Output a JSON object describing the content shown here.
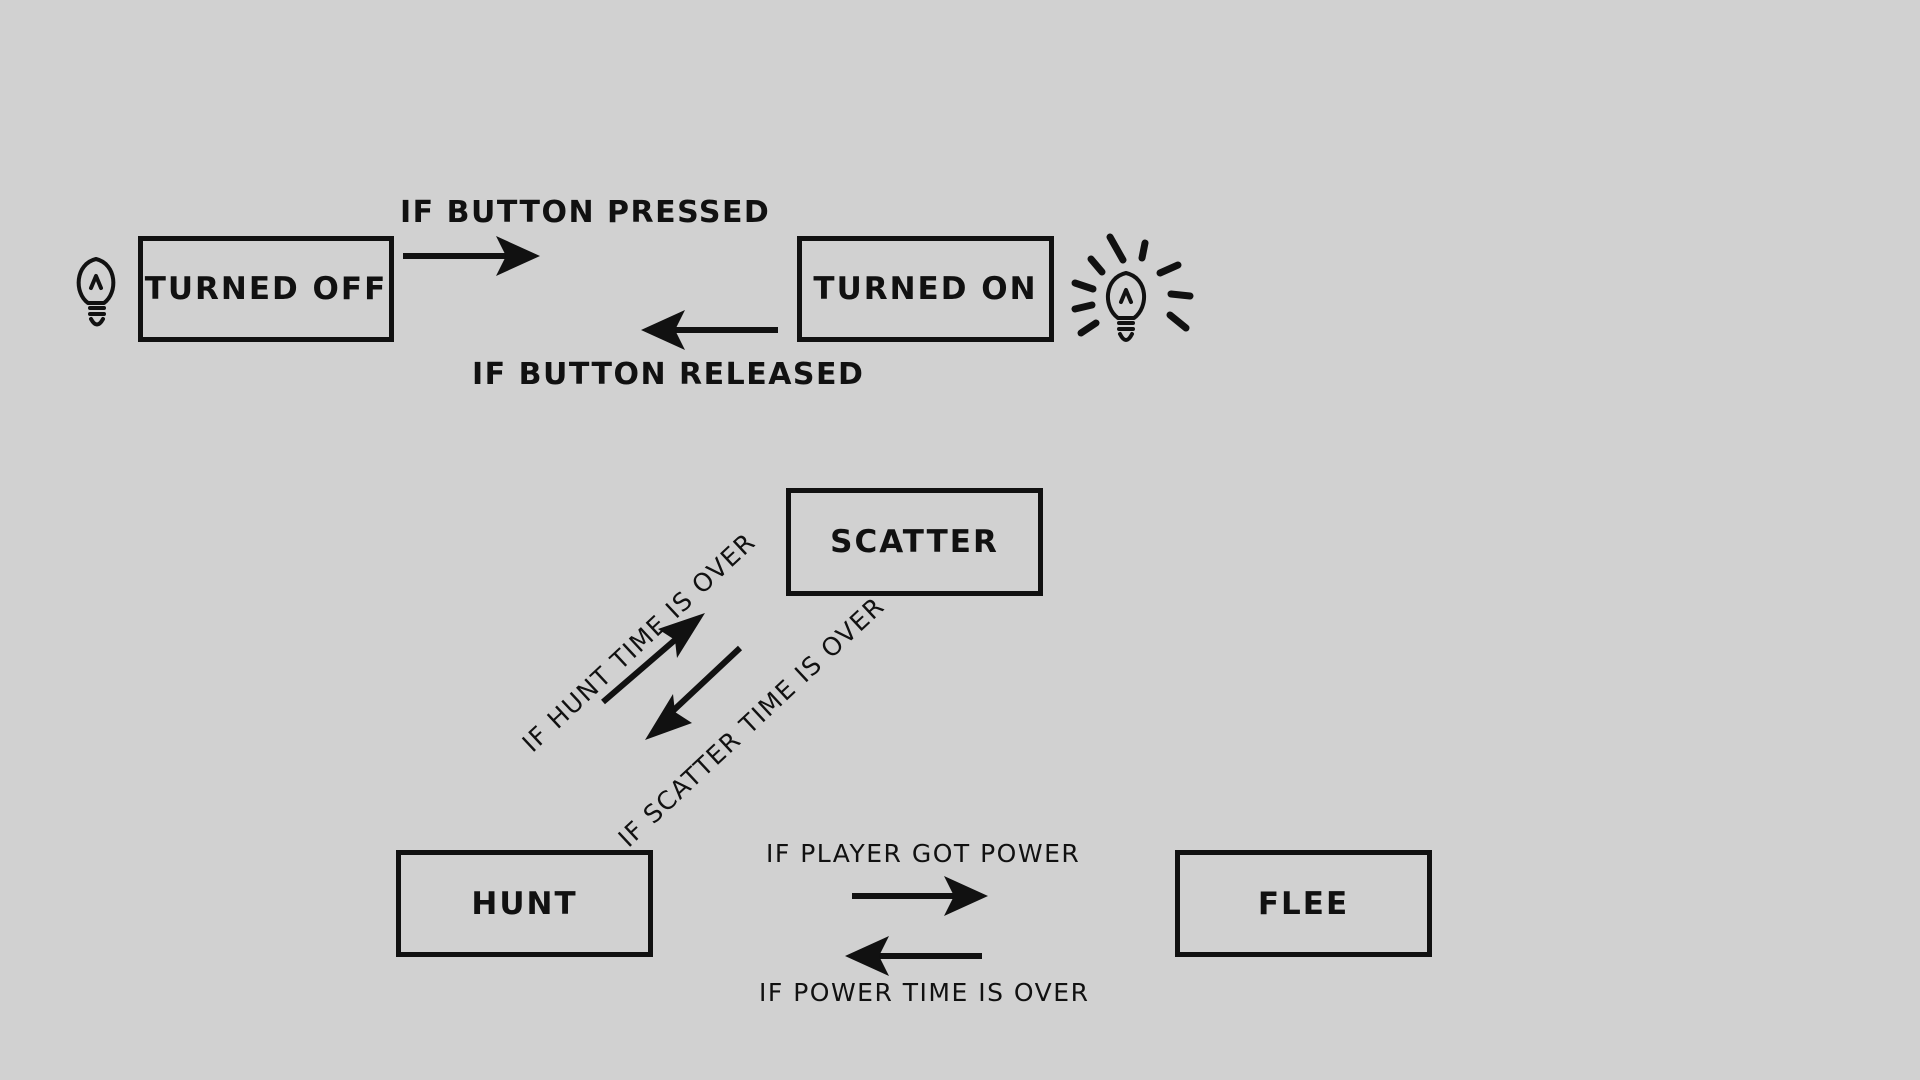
{
  "states": {
    "turned_off": "TURNED OFF",
    "turned_on": "TURNED ON",
    "scatter": "SCATTER",
    "hunt": "HUNT",
    "flee": "FLEE"
  },
  "transitions": {
    "button_pressed": "IF BUTTON PRESSED",
    "button_released": "IF BUTTON RELEASED",
    "hunt_time_over": "IF HUNT TIME IS OVER",
    "scatter_time_over": "IF SCATTER TIME IS OVER",
    "player_got_power": "IF PLAYER GOT POWER",
    "power_time_over": "IF POWER TIME IS OVER"
  },
  "icons": {
    "off": "lightbulb-off-icon",
    "on": "lightbulb-on-icon"
  },
  "colors": {
    "background": "#d1d1d1",
    "ink": "#111111"
  }
}
